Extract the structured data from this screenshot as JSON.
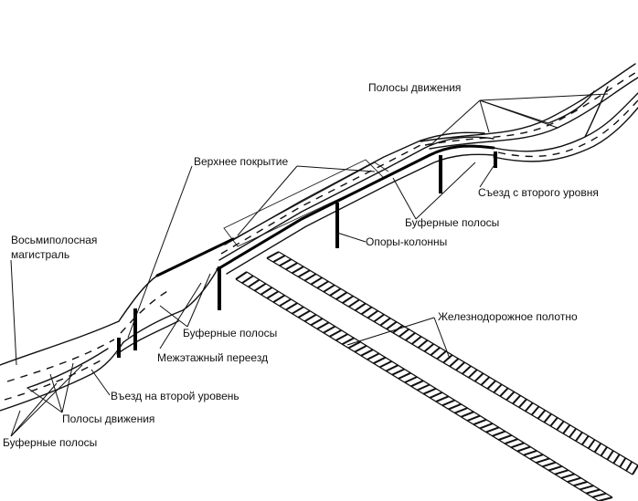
{
  "labels": {
    "lanes_top": "Полосы движения",
    "top_cover": "Верхнее покрытие",
    "exit_second_level": "Съезд с второго уровня",
    "buffer_right": "Буферные полосы",
    "columns": "Опоры-колонны",
    "railway": "Железнодорожное полотно",
    "buffer_middle": "Буферные полосы",
    "interfloor_crossing": "Межэтажный переезд",
    "entry_second_level": "Въезд на второй уровень",
    "lanes_bottom": "Полосы движения",
    "buffer_bottom": "Буферные полосы",
    "highway_line1": "Восьмиполосная",
    "highway_line2": "магистраль"
  }
}
